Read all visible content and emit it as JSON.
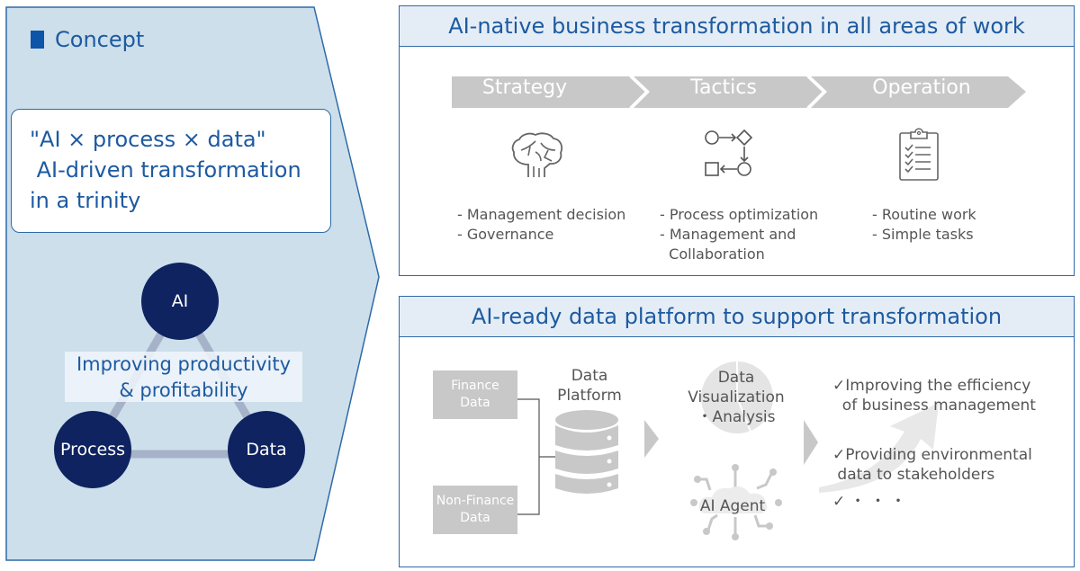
{
  "concept": {
    "heading": "Concept",
    "tagline_lines": [
      "\"AI × process × data\"",
      " AI-driven transformation",
      "in a trinity"
    ],
    "trinity": {
      "nodes": [
        "AI",
        "Process",
        "Data"
      ],
      "center_label_lines": [
        "Improving productivity",
        "& profitability"
      ]
    }
  },
  "transformation_panel": {
    "title": "AI-native business transformation in all areas of work",
    "stages": [
      {
        "label": "Strategy",
        "icon": "brain-icon",
        "bullets": [
          "- Management decision",
          "- Governance"
        ]
      },
      {
        "label": "Tactics",
        "icon": "process-flow-icon",
        "bullets": [
          "- Process optimization",
          "- Management and",
          "  Collaboration"
        ]
      },
      {
        "label": "Operation",
        "icon": "clipboard-checklist-icon",
        "bullets": [
          "- Routine work",
          "- Simple tasks"
        ]
      }
    ]
  },
  "platform_panel": {
    "title": "AI-ready data platform to support transformation",
    "sources": [
      {
        "lines": [
          "Finance",
          "Data"
        ]
      },
      {
        "lines": [
          "Non-Finance",
          "Data"
        ]
      }
    ],
    "platform_label_lines": [
      "Data",
      "Platform"
    ],
    "platform_icon": "database-icon",
    "uses": [
      {
        "lines": [
          "Data",
          "Visualization",
          "・Analysis"
        ],
        "icon": "pie-chart-icon"
      },
      {
        "lines": [
          "AI Agent"
        ],
        "icon": "ai-network-icon"
      }
    ],
    "results": [
      {
        "lines": [
          "✓Improving the efficiency",
          "  of business management"
        ]
      },
      {
        "lines": [
          "✓Providing environmental",
          " data to stakeholders"
        ]
      },
      {
        "lines": [
          "✓ ・ ・ ・"
        ]
      }
    ]
  },
  "colors": {
    "accent": "#1d5aa0",
    "node_fill": "#0e2360",
    "concept_bg": "#cddfeb",
    "panel_header_bg": "#e4edf6",
    "gray": "#c8c8c8"
  }
}
